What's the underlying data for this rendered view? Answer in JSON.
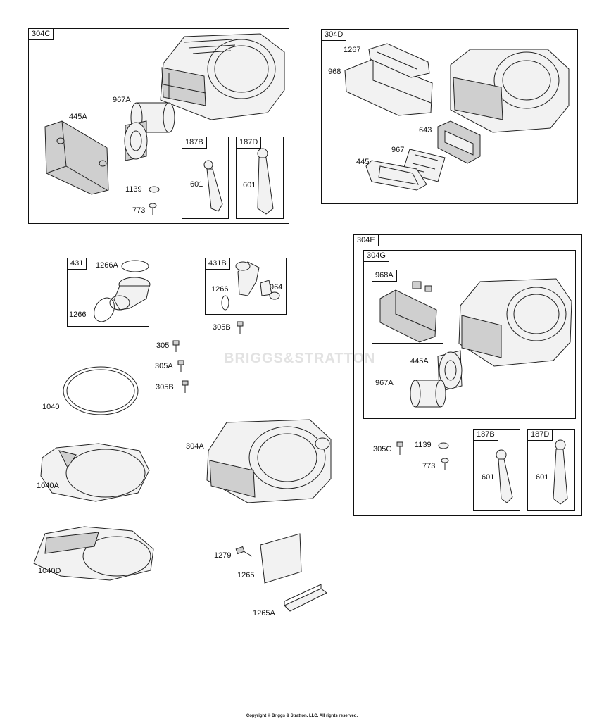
{
  "watermark": "BRIGGS&STRATTON",
  "copyright": "Copyright © Briggs & Stratton, LLC. All rights reserved.",
  "groups": {
    "g304C": "304C",
    "g187B_a": "187B",
    "g187D_a": "187D",
    "g304D": "304D",
    "g431": "431",
    "g431B": "431B",
    "g304E": "304E",
    "g304G": "304G",
    "g968A": "968A",
    "g187B_b": "187B",
    "g187D_b": "187D"
  },
  "labels": {
    "l967A_a": "967A",
    "l445A_a": "445A",
    "l1139_a": "1139",
    "l773_a": "773",
    "l601_a": "601",
    "l601_b": "601",
    "l1267": "1267",
    "l968": "968",
    "l643": "643",
    "l967": "967",
    "l445": "445",
    "l1266A": "1266A",
    "l1266_a": "1266",
    "l1266_b": "1266",
    "l964": "964",
    "l305B_a": "305B",
    "l305": "305",
    "l305A": "305A",
    "l305B_b": "305B",
    "l1040": "1040",
    "l304A": "304A",
    "l1040A": "1040A",
    "l1040D": "1040D",
    "l1279": "1279",
    "l1265": "1265",
    "l1265A": "1265A",
    "l445A_b": "445A",
    "l967A_b": "967A",
    "l305C": "305C",
    "l1139_b": "1139",
    "l773_b": "773",
    "l601_c": "601",
    "l601_d": "601"
  }
}
